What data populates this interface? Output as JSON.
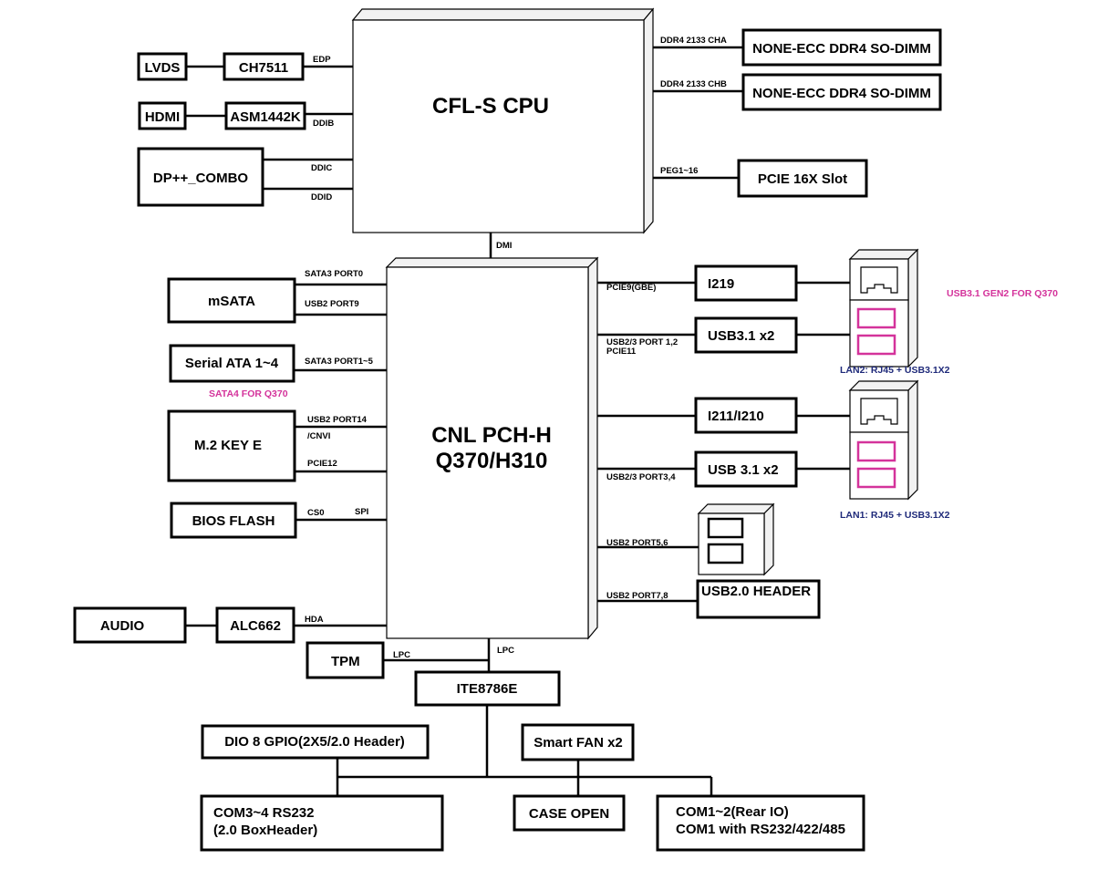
{
  "cpu": {
    "label": "CFL-S CPU"
  },
  "pch": {
    "line1": "CNL PCH-H",
    "line2": "Q370/H310"
  },
  "left_top": {
    "lvds": "LVDS",
    "ch7511": "CH7511",
    "edp": "EDP",
    "hdmi": "HDMI",
    "asm1442k": "ASM1442K",
    "ddib": "DDIB",
    "dp_combo": "DP++_COMBO",
    "ddic": "DDIC",
    "ddid": "DDID"
  },
  "right_top": {
    "cha_bus": "DDR4 2133 CHA",
    "dimm_a": "NONE-ECC DDR4 SO-DIMM",
    "chb_bus": "DDR4 2133 CHB",
    "dimm_b": "NONE-ECC DDR4 SO-DIMM",
    "peg_bus": "PEG1~16",
    "pcie_slot": "PCIE 16X Slot"
  },
  "dmi": "DMI",
  "left_pch": {
    "sata3_port0": "SATA3 PORT0",
    "usb2_port9": "USB2 PORT9",
    "msata": "mSATA",
    "serial_ata": "Serial ATA 1~4",
    "sata3_port1_5": "SATA3 PORT1~5",
    "sata4_note": "SATA4 FOR Q370",
    "m2": "M.2 KEY E",
    "usb2_port14": "USB2 PORT14",
    "cnvi": "/CNVI",
    "pcie12": "PCIE12",
    "bios": "BIOS FLASH",
    "cs0": "CS0",
    "spi": "SPI",
    "audio": "AUDIO",
    "alc662": "ALC662",
    "hda": "HDA",
    "tpm": "TPM",
    "lpc_tpm": "LPC"
  },
  "right_pch": {
    "pcie9": "PCIE9(GBE)",
    "i219": "I219",
    "usb_port12_a": "USB2/3 PORT 1,2",
    "usb_port12_b": "PCIE11",
    "usb31_a": "USB3.1 x2",
    "i211": "I211/I210",
    "usb_port34": "USB2/3 PORT3,4",
    "usb31_b": "USB 3.1 x2",
    "usb2_port56": "USB2 PORT5,6",
    "usb2_port78": "USB2 PORT7,8",
    "usb2_header": "USB2.0 HEADER",
    "gen2_note": "USB3.1 GEN2 FOR Q370",
    "lan2": "LAN2: RJ45 + USB3.1X2",
    "lan1": "LAN1: RJ45 + USB3.1X2"
  },
  "bottom": {
    "lpc": "LPC",
    "ite": "ITE8786E",
    "dio": "DIO 8 GPIO(2X5/2.0 Header)",
    "fan": "Smart FAN x2",
    "com34_a": "COM3~4  RS232",
    "com34_b": "(2.0 BoxHeader)",
    "case_open": "CASE OPEN",
    "com12_a": "COM1~2(Rear IO)",
    "com12_b": "COM1 with RS232/422/485"
  },
  "colors": {
    "pink": "#d4339b",
    "navy": "#1f2a7a"
  }
}
